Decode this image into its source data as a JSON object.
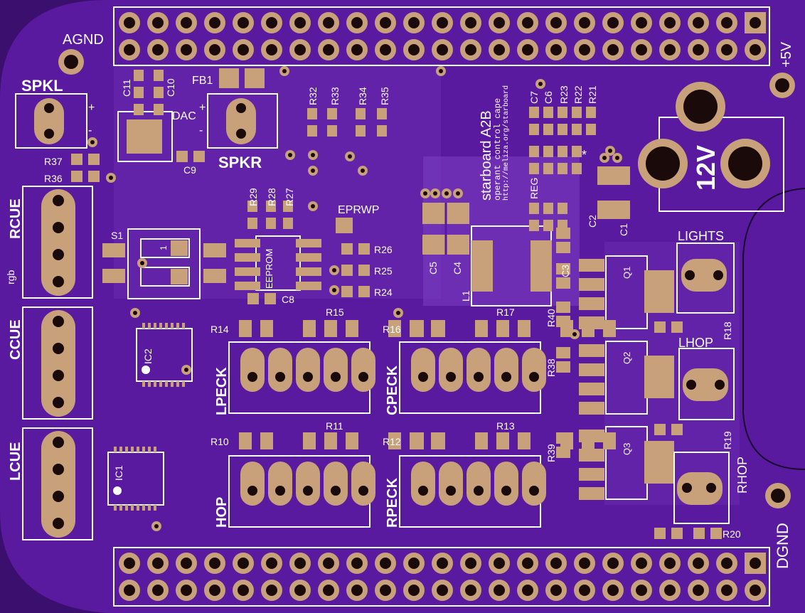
{
  "board": {
    "title": "starboard A2B",
    "subtitle": "operant control cape",
    "url": "http://meliza.org/starboard",
    "colors": {
      "substrate": "#5a1aa0",
      "copper": "#6a2cb0",
      "pad": "#c8a07a",
      "silk": "#ffffff",
      "hole": "#1a0a0a"
    }
  },
  "labels": {
    "agnd": "AGND",
    "plus5v": "+5V",
    "dgnd": "DGND",
    "twelve_v": "12V",
    "spkl": "SPKL",
    "spkr": "SPKR",
    "dac": "DAC",
    "fb1": "FB1",
    "c11": "C11",
    "c10": "C10",
    "c9": "C9",
    "c7": "C7",
    "c6": "C6",
    "c5": "C5",
    "c4": "C4",
    "c3": "C3",
    "c2": "C2",
    "c1": "C1",
    "c8": "C8",
    "r21": "R21",
    "r22": "R22",
    "r23": "R23",
    "r27": "R27",
    "r28": "R28",
    "r29": "R29",
    "r32": "R32",
    "r33": "R33",
    "r34": "R34",
    "r35": "R35",
    "r36": "R36",
    "r37": "R37",
    "r24": "R24",
    "r25": "R25",
    "r26": "R26",
    "r10": "R10",
    "r11": "R11",
    "r12": "R12",
    "r13": "R13",
    "r14": "R14",
    "r15": "R15",
    "r16": "R16",
    "r17": "R17",
    "r18": "R18",
    "r19": "R19",
    "r20": "R20",
    "r38": "R38",
    "r39": "R39",
    "r40": "R40",
    "eprwp": "EPRWP",
    "eeprom": "EEPROM",
    "reg": "REG",
    "l1": "L1",
    "s1": "S1",
    "one": "1",
    "q1": "Q1",
    "q2": "Q2",
    "q3": "Q3",
    "ic1": "IC1",
    "ic2": "IC2",
    "lights": "LIGHTS",
    "lhop": "LHOP",
    "rhop": "RHOP",
    "rcue": "RCUE",
    "rgb": "rgb",
    "ccue": "CCUE",
    "lcue": "LCUE",
    "lpeck": "LPECK",
    "cpeck": "CPECK",
    "hop": "HOP",
    "rpeck": "RPECK",
    "plus": "+",
    "minus": "-",
    "star": "*"
  }
}
